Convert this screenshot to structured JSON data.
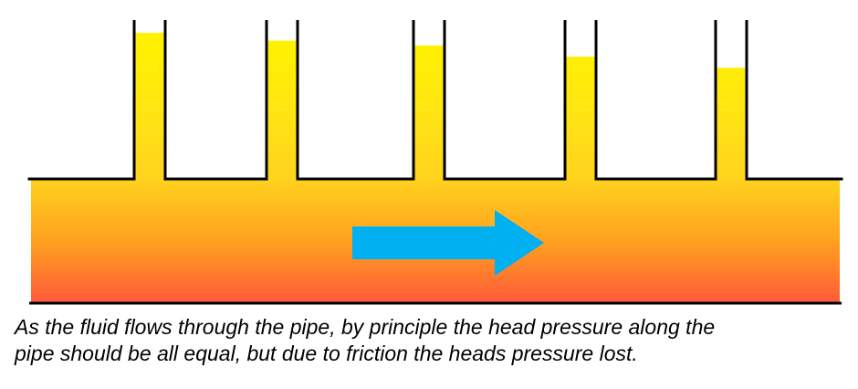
{
  "caption": "As the fluid flows through the pipe, by principle the head pressure along the\npipe should be all equal, but due to friction the heads pressure lost.",
  "colors": {
    "fluid_top": "#ffd21e",
    "fluid_bottom": "#ff5a3a",
    "column_top": "#fff200",
    "arrow": "#00b0f0",
    "outline": "#000000"
  },
  "flow_direction": "right",
  "head_columns": [
    {
      "name": "tube-1",
      "level": 0.92
    },
    {
      "name": "tube-2",
      "level": 0.87
    },
    {
      "name": "tube-3",
      "level": 0.84
    },
    {
      "name": "tube-4",
      "level": 0.77
    },
    {
      "name": "tube-5",
      "level": 0.7
    }
  ]
}
